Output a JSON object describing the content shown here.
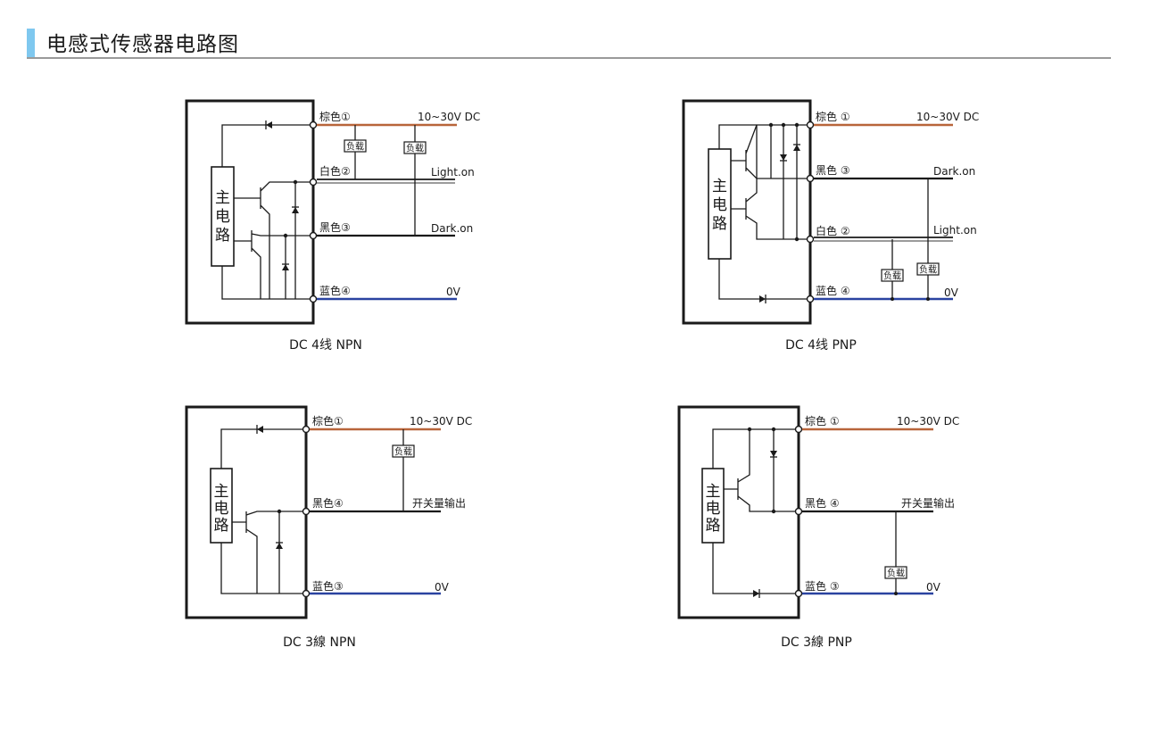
{
  "header": {
    "title": "电感式传感器电路图",
    "accent_color": "#7fc8ef"
  },
  "colors": {
    "brown_wire": "#b8653a",
    "blue_wire": "#2a43a0",
    "line": "#1a1a1a"
  },
  "core_label": [
    "主",
    "电",
    "路"
  ],
  "load_label": "负载",
  "diagrams": {
    "npn4": {
      "caption": "DC 4线   NPN",
      "brown": "棕色①",
      "white": "白色②",
      "black": "黑色③",
      "blue": "蓝色④",
      "supply": "10~30V DC",
      "light": "Light.on",
      "dark": "Dark.on",
      "zero": "0V"
    },
    "pnp4": {
      "caption": "DC 4线   PNP",
      "brown": "棕色 ①",
      "black": "黑色 ③",
      "white": "白色 ②",
      "blue": "蓝色 ④",
      "supply": "10~30V DC",
      "dark": "Dark.on",
      "light": "Light.on",
      "zero": "0V"
    },
    "npn3": {
      "caption": "DC 3線   NPN",
      "brown": "棕色①",
      "black": "黑色④",
      "blue": "蓝色③",
      "supply": "10~30V DC",
      "output": "开关量输出",
      "zero": "0V"
    },
    "pnp3": {
      "caption": "DC 3線   PNP",
      "brown": "棕色 ①",
      "black": "黑色 ④",
      "blue": "蓝色 ③",
      "supply": "10~30V DC",
      "output": "开关量输出",
      "zero": "0V"
    }
  }
}
